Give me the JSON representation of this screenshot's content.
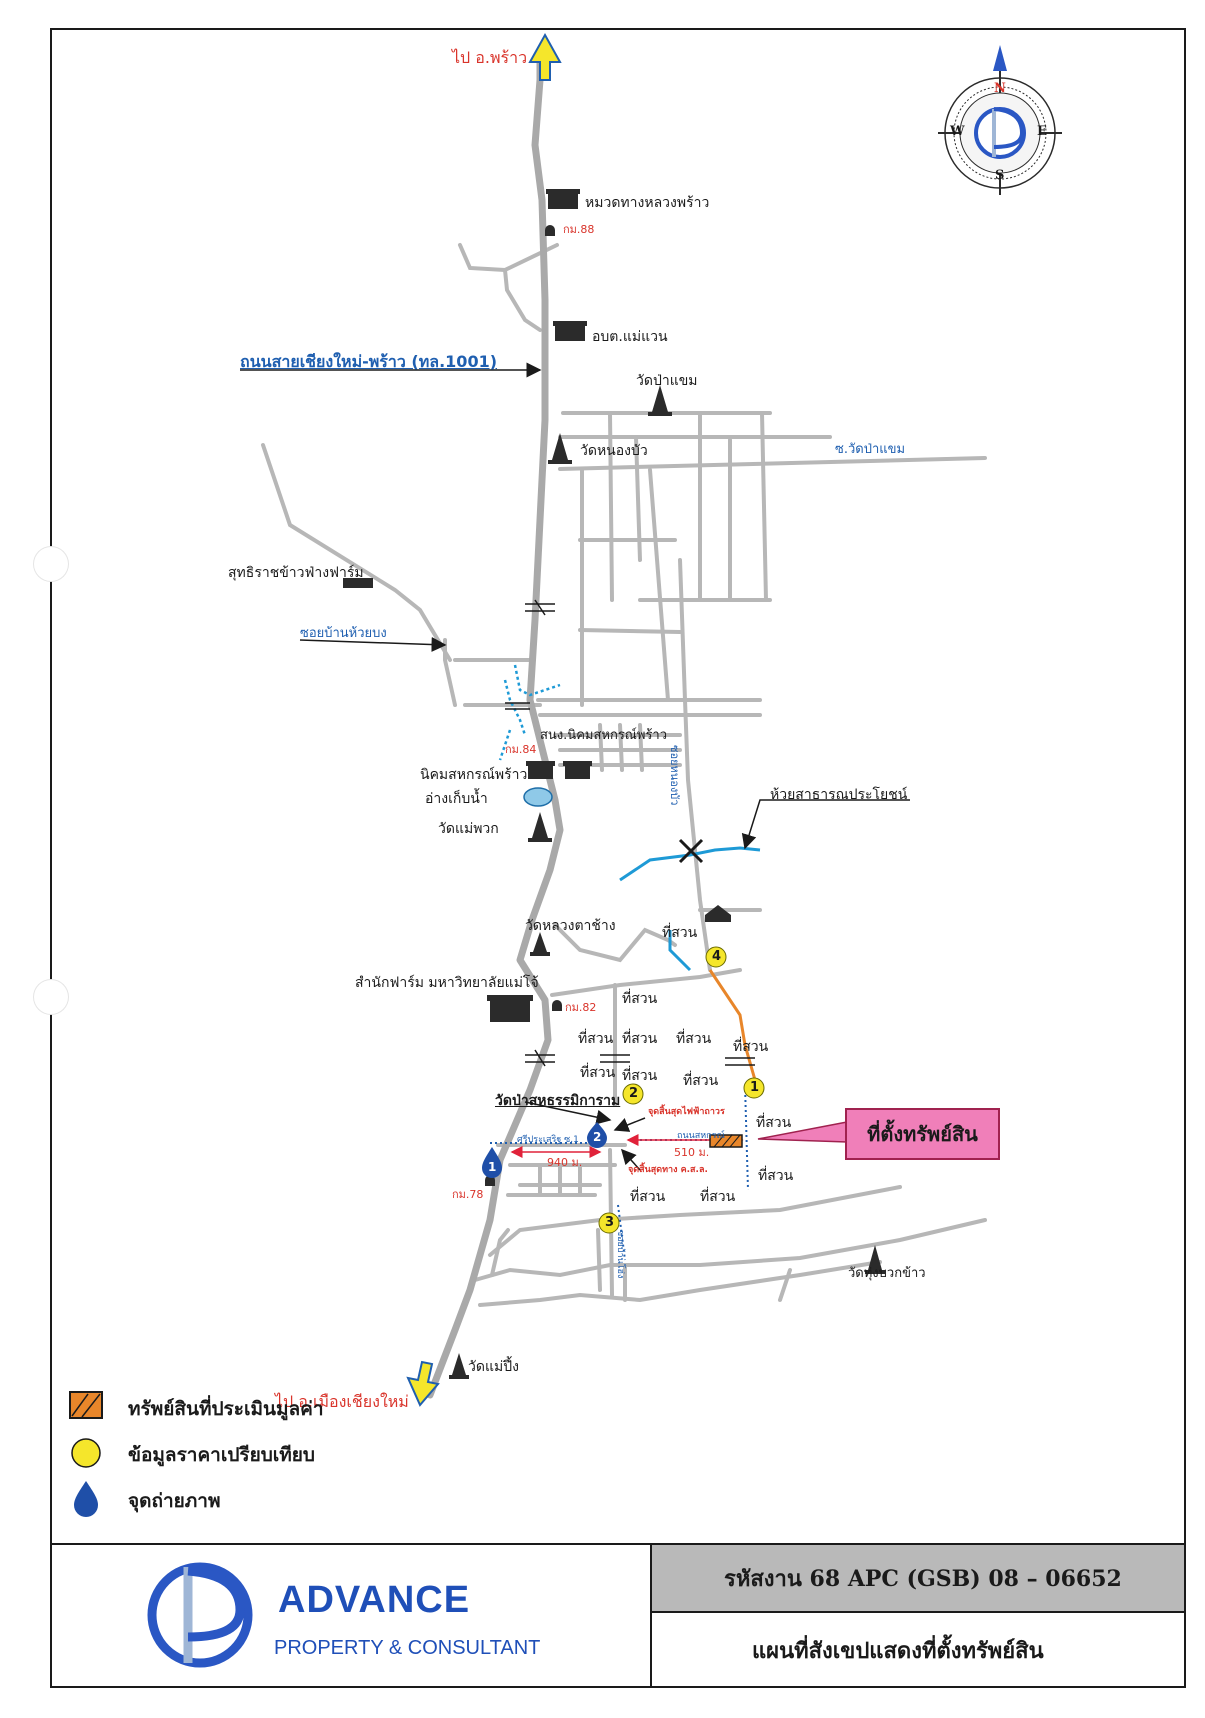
{
  "north_arrow": {
    "n": "N",
    "s": "S",
    "e": "E",
    "w": "W"
  },
  "directions": {
    "top": "ไป อ.พร้าว",
    "bottom": "ไป อ.เมืองเชียงใหม่"
  },
  "main_road": "ถนนสายเชียงใหม่-พร้าว (ทล.1001)",
  "landmarks": {
    "highway_office": "หมวดทางหลวงพร้าว",
    "km88": "กม.88",
    "sao_maewaen": "อบต.แม่แวน",
    "wat_pa_khaem": "วัดป่าแขม",
    "wat_nong_bua": "วัดหนองบัว",
    "soi_wat_pa_khaem": "ซ.วัดป่าแขม",
    "rice_farm": "สุทธิราชข้าวฟ่างฟาร์ม",
    "soi_huai_bong": "ซอยบ้านห้วยบง",
    "coop_office": "สนง.นิคมสหกรณ์พร้าว",
    "km84": "กม.84",
    "coop": "นิคมสหกรณ์พร้าว",
    "reservoir": "อ่างเก็บน้ำ",
    "wat_mae_phuak": "วัดแม่พวก",
    "public_creek": "ห้วยสาธารณประโยชน์",
    "soi_road_vertical": "ซอยหนองบัว",
    "wat_luang_ta_chang": "วัดหลวงตาช้าง",
    "maejo_farm": "สำนักฟาร์ม มหาวิทยาลัยแม่โจ้",
    "km82": "กม.82",
    "wat_pa_sahatham": "วัดป่าสหธรรมิการาม",
    "km78": "กม.78",
    "wat_thung_buak_khao": "วัดทุ่งบวกข้าว",
    "wat_mae_pung": "วัดแม่ปึ้ง",
    "orchard": "ที่สวน"
  },
  "annotations": {
    "end_electric": "จุดสิ้นสุดไฟฟ้าถาวร",
    "end_concrete": "จุดสิ้นสุดทาง ค.ส.ล.",
    "distance_940": "940 ม.",
    "distance_510": "510 ม.",
    "local_road": "ถนนสหกรณ์",
    "sriprasert": "ศรีประเสริฐ ซ.1",
    "road_bottom": "ซอยบ้านโฮ่ง"
  },
  "comparables": [
    "1",
    "2",
    "3",
    "4"
  ],
  "photo_points": [
    "1",
    "2"
  ],
  "property_callout": "ที่ตั้งทรัพย์สิน",
  "legend": {
    "property": "ทรัพย์สินที่ประเมินมูลค่า",
    "comparable": "ข้อมูลราคาเปรียบเทียบ",
    "photo": "จุดถ่ายภาพ"
  },
  "footer": {
    "brand": "ADVANCE",
    "brand_sub": "PROPERTY & CONSULTANT",
    "job_code": "รหัสงาน    68 APC (GSB) 08 – 06652",
    "title": "แผนที่สังเขปแสดงที่ตั้งทรัพย์สิน"
  },
  "colors": {
    "road": "#b9b9b9",
    "main_road": "#a9a9a9",
    "water": "#1e9ad6",
    "property_fill": "#e8862a",
    "comparable": "#f5e62b",
    "photo": "#1f4fa8",
    "orange_road": "#e8862a",
    "callout": "#f07fb9",
    "distance": "#e0223a"
  }
}
